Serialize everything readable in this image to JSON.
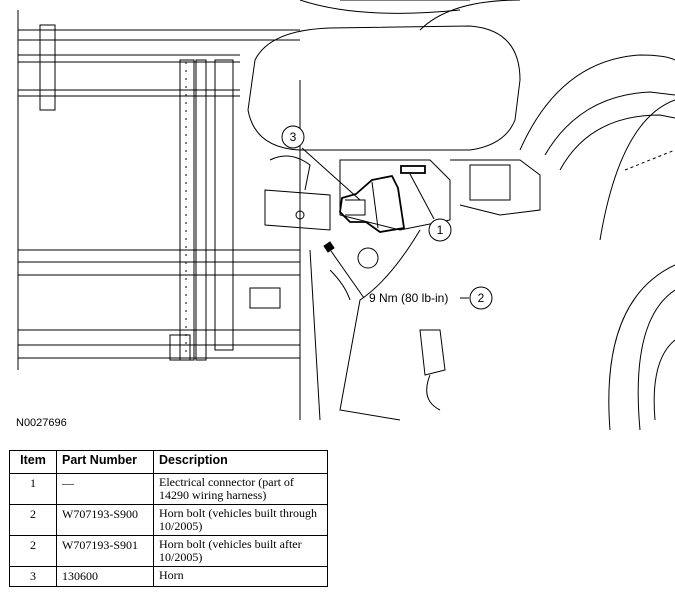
{
  "figure": {
    "id": "N0027696",
    "callouts": [
      {
        "label": "1"
      },
      {
        "label": "2"
      },
      {
        "label": "3"
      }
    ],
    "torque_label": "9 Nm (80 lb-in)"
  },
  "parts_table": {
    "headers": {
      "item": "Item",
      "part_number": "Part Number",
      "description": "Description"
    },
    "rows": [
      {
        "item": "1",
        "part_number": "—",
        "description": "Electrical connector (part of 14290 wiring harness)"
      },
      {
        "item": "2",
        "part_number": "W707193-S900",
        "description": "Horn bolt (vehicles built through 10/2005)"
      },
      {
        "item": "2",
        "part_number": "W707193-S901",
        "description": "Horn bolt (vehicles built after 10/2005)"
      },
      {
        "item": "3",
        "part_number": "130600",
        "description": "Horn"
      }
    ]
  }
}
